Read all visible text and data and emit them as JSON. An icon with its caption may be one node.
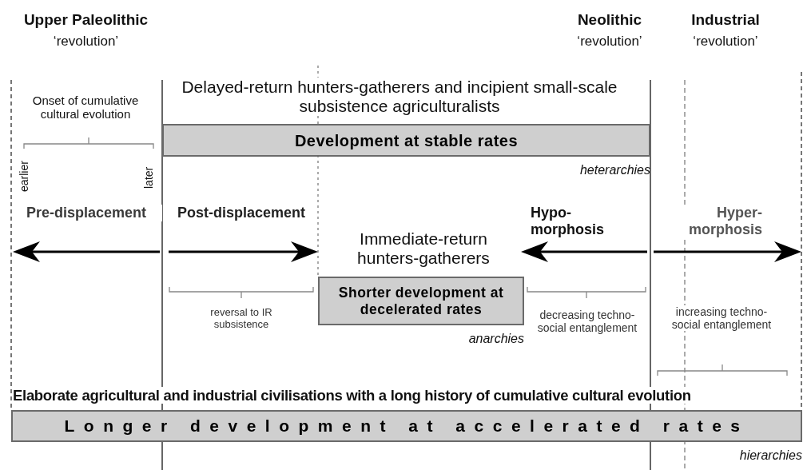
{
  "diagram": {
    "nodes": [
      {
        "text": [
          "Development at stable rates"
        ],
        "beside": [
          "heterarchies"
        ]
      },
      {
        "text": [
          "Shorter development at decelerated rates"
        ],
        "beside": [
          "anarchies"
        ]
      },
      {
        "text": [
          "Longer development at accelerated rates"
        ],
        "beside": [
          "hierarchies"
        ]
      }
    ],
    "labels": [
      "Upper Paleolithic",
      "‘revolution’",
      "Neolithic",
      "‘revolution’",
      "Industrial",
      "‘revolution’",
      "Delayed-return hunters-gatherers and incipient small-scale subsistence agriculturalists",
      "Onset of cumulative cultural evolution",
      "earlier",
      "later",
      "Pre-displacement",
      "Post-displacement",
      "Immediate-return hunters-gatherers",
      "Hypo-morphosis",
      "Hyper-morphosis",
      "reversal to IR subsistence",
      "decreasing techno-social entanglement",
      "increasing techno-social entanglement",
      "Elaborate  agricultural and industrial civilisations with a long history of cumulative cultural evolution"
    ]
  }
}
